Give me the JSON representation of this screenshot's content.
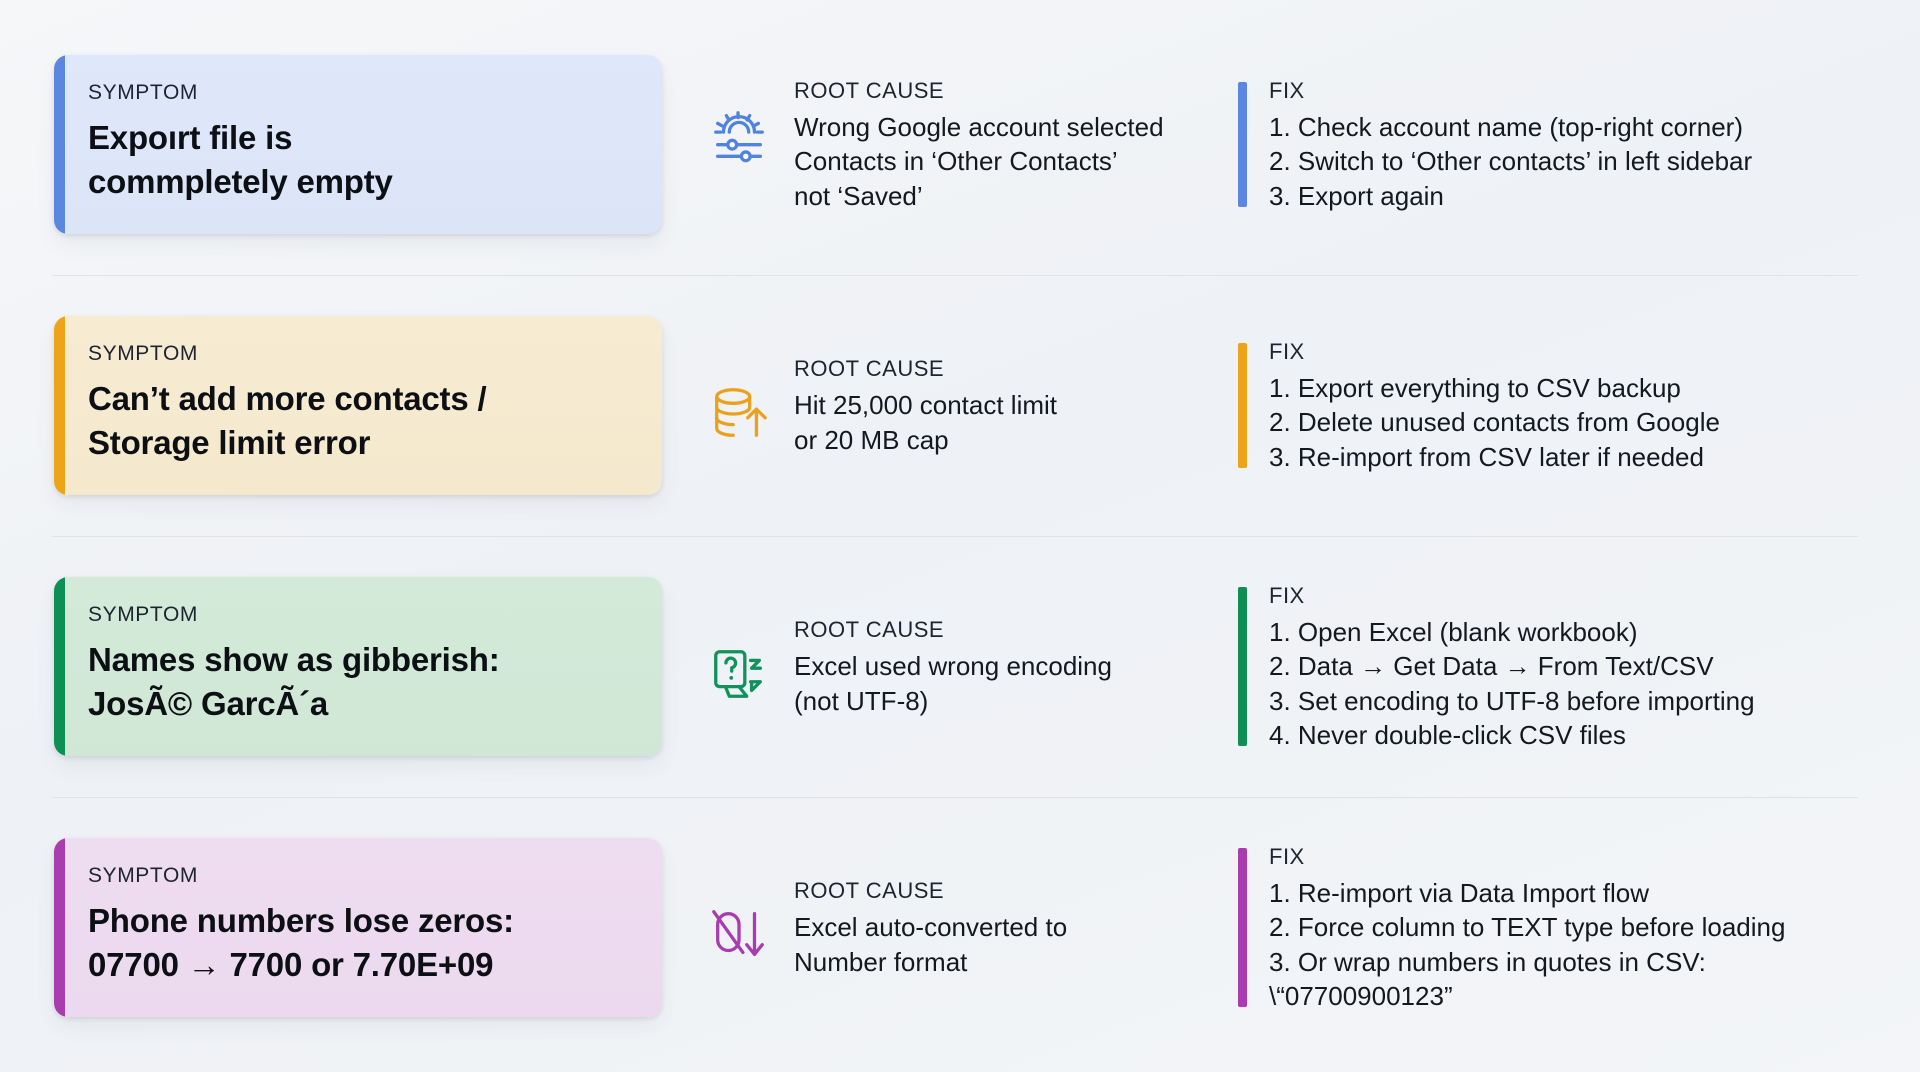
{
  "labels": {
    "symptom": "SYMPTOM",
    "root_cause": "ROOT CAUSE",
    "fix": "FIX"
  },
  "colors": {
    "blue": "#5b87e0",
    "amber": "#eda419",
    "green": "#0e8f53",
    "purple": "#a93cae",
    "background": "#f2f4f7",
    "divider": "#dfe3e8",
    "text": "#14181f"
  },
  "rows": [
    {
      "accent_color": "#5b87e0",
      "card_class": "c-blue",
      "symptom": "Expoırt file is\ncommpletely empty",
      "icon": "settings-sliders-icon",
      "cause": "Wrong Google account selected\nContacts in ‘Other Contacts’\nnot ‘Saved’",
      "fix_steps": [
        "1. Check account name (top-right corner)",
        "2. Switch to ‘Other contacts’ in left sidebar",
        "3. Export again"
      ]
    },
    {
      "accent_color": "#eda419",
      "card_class": "c-amber",
      "symptom": "Can’t add more contacts /\nStorage limit error",
      "icon": "database-upload-icon",
      "cause": "Hit 25,000 contact limit\nor 20 MB cap",
      "fix_steps": [
        "1. Export everything to CSV backup",
        "2. Delete unused contacts from Google",
        "3. Re-import from CSV later if needed"
      ]
    },
    {
      "accent_color": "#0e8f53",
      "card_class": "c-green",
      "symptom": "Names show as gibberish:\nJosÃ© GarcÃ´a",
      "icon": "unknown-character-icon",
      "cause": "Excel used wrong encoding\n(not UTF-8)",
      "fix_steps": [
        "1. Open Excel (blank workbook)",
        "2. Data → Get Data → From Text/CSV",
        "3. Set encoding to UTF-8 before importing",
        "4. Never double-click CSV files"
      ]
    },
    {
      "accent_color": "#a93cae",
      "card_class": "c-purple",
      "symptom": "Phone numbers lose zeros:\n07700 → 7700 or 7.70E+09",
      "icon": "zero-dropped-icon",
      "cause": "Excel auto-converted to\nNumber format",
      "fix_steps": [
        "1. Re-import via Data Import flow",
        "2. Force column to TEXT type before loading",
        "3. Or wrap numbers in quotes in CSV:\n    \\“07700900123”"
      ]
    }
  ]
}
